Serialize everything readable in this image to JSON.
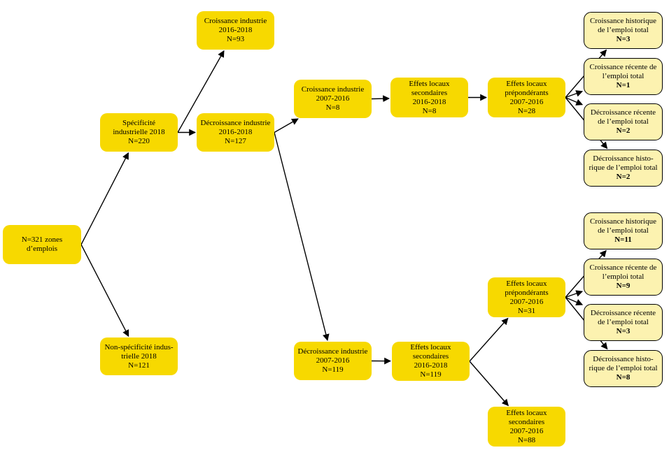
{
  "nodes": {
    "root": {
      "lines": [
        "N=321 zones",
        "d’emplois"
      ],
      "n": ""
    },
    "spec": {
      "lines": [
        "Spécificité",
        "industrielle 2018"
      ],
      "n": "N=220"
    },
    "nonspec": {
      "lines": [
        "Non-spécificité indus-",
        "trielle 2018"
      ],
      "n": "N=121"
    },
    "croiss_1618": {
      "lines": [
        "Croissance industrie",
        "2016-2018"
      ],
      "n": "N=93"
    },
    "decr_1618": {
      "lines": [
        "Décroissance industrie",
        "2016-2018"
      ],
      "n": "N=127"
    },
    "croiss_0716": {
      "lines": [
        "Croissance industrie",
        "2007-2016"
      ],
      "n": "N=8"
    },
    "decr_0716": {
      "lines": [
        "Décroissance industrie",
        "2007-2016"
      ],
      "n": "N=119"
    },
    "sec_1618_a": {
      "lines": [
        "Effets locaux",
        "secondaires",
        "2016-2018"
      ],
      "n": "N=8"
    },
    "sec_1618_b": {
      "lines": [
        "Effets locaux",
        "secondaires",
        "2016-2018"
      ],
      "n": "N=119"
    },
    "prep_0716_a": {
      "lines": [
        "Effets locaux",
        "prépondérants",
        "2007-2016"
      ],
      "n": "N=28"
    },
    "prep_0716_b": {
      "lines": [
        "Effets locaux",
        "prépondérants",
        "2007-2016"
      ],
      "n": "N=31"
    },
    "sec_0716": {
      "lines": [
        "Effets locaux",
        "secondaires",
        "2007-2016"
      ],
      "n": "N=88"
    },
    "leaf_a1": {
      "lines": [
        "Croissance historique",
        "de l’emploi total"
      ],
      "n": "N=3"
    },
    "leaf_a2": {
      "lines": [
        "Croissance récente de",
        "l’emploi total"
      ],
      "n": "N=1"
    },
    "leaf_a3": {
      "lines": [
        "Décroissance récente",
        "de l’emploi total"
      ],
      "n": "N=2"
    },
    "leaf_a4": {
      "lines": [
        "Décroissance histo-",
        "rique de l’emploi total"
      ],
      "n": "N=2"
    },
    "leaf_b1": {
      "lines": [
        "Croissance historique",
        "de l’emploi total"
      ],
      "n": "N=11"
    },
    "leaf_b2": {
      "lines": [
        "Croissance récente de",
        "l’emploi total"
      ],
      "n": "N=9"
    },
    "leaf_b3": {
      "lines": [
        "Décroissance récente",
        "de l’emploi total"
      ],
      "n": "N=3"
    },
    "leaf_b4": {
      "lines": [
        "Décroissance histo-",
        "rique de l’emploi total"
      ],
      "n": "N=8"
    }
  },
  "edges": [
    [
      "root",
      "spec"
    ],
    [
      "root",
      "nonspec"
    ],
    [
      "spec",
      "croiss_1618"
    ],
    [
      "spec",
      "decr_1618"
    ],
    [
      "decr_1618",
      "croiss_0716"
    ],
    [
      "decr_1618",
      "decr_0716"
    ],
    [
      "croiss_0716",
      "sec_1618_a"
    ],
    [
      "sec_1618_a",
      "prep_0716_a"
    ],
    [
      "prep_0716_a",
      "leaf_a1"
    ],
    [
      "prep_0716_a",
      "leaf_a2"
    ],
    [
      "prep_0716_a",
      "leaf_a3"
    ],
    [
      "prep_0716_a",
      "leaf_a4"
    ],
    [
      "decr_0716",
      "sec_1618_b"
    ],
    [
      "sec_1618_b",
      "prep_0716_b"
    ],
    [
      "sec_1618_b",
      "sec_0716"
    ],
    [
      "prep_0716_b",
      "leaf_b1"
    ],
    [
      "prep_0716_b",
      "leaf_b2"
    ],
    [
      "prep_0716_b",
      "leaf_b3"
    ],
    [
      "prep_0716_b",
      "leaf_b4"
    ]
  ],
  "colors": {
    "node": "#f7d900",
    "leaf": "#fcf2b0",
    "edge": "#000000"
  }
}
